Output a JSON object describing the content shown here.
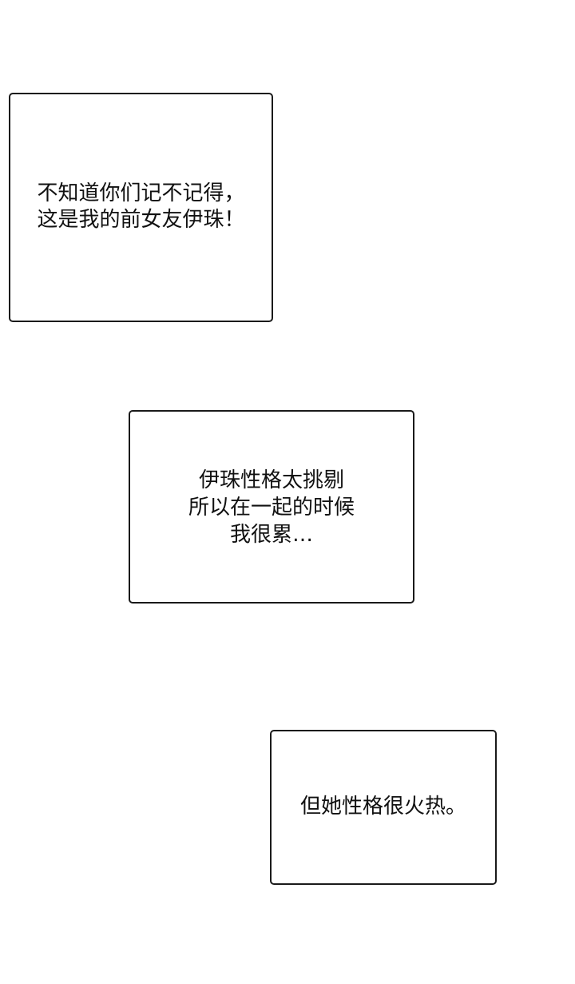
{
  "page": {
    "background_color": "#ffffff",
    "border_color": "#1a1a1a",
    "text_color": "#111111"
  },
  "captions": [
    {
      "lines": [
        "不知道你们记不记得，",
        "这是我的前女友伊珠！"
      ],
      "text": "不知道你们记不记得，\n这是我的前女友伊珠！"
    },
    {
      "lines": [
        "伊珠性格太挑剔",
        "所以在一起的时候",
        "我很累…"
      ],
      "text": "伊珠性格太挑剔\n所以在一起的时候\n我很累…"
    },
    {
      "lines": [
        "但她性格很火热。"
      ],
      "text": "但她性格很火热。"
    }
  ]
}
